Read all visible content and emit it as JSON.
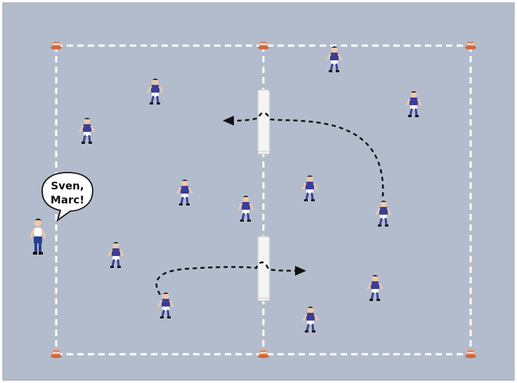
{
  "coach_callout": {
    "line1": "Sven,",
    "line2": "Marc!"
  },
  "players": [
    {
      "id": "p1"
    },
    {
      "id": "p2"
    },
    {
      "id": "p3"
    },
    {
      "id": "p4"
    },
    {
      "id": "p5"
    },
    {
      "id": "p6"
    },
    {
      "id": "p7"
    },
    {
      "id": "p8"
    },
    {
      "id": "p9"
    },
    {
      "id": "p10"
    },
    {
      "id": "p11"
    },
    {
      "id": "p12"
    },
    {
      "id": "p13"
    }
  ],
  "colors": {
    "pitch": "#b2bccc",
    "lines": "#ffffff",
    "team_shirt": "#3b3f95",
    "cone": "#e8875a",
    "coach_shirt": "#ffffff",
    "coach_shorts": "#2b3f8f",
    "run_arrow": "#111111"
  }
}
